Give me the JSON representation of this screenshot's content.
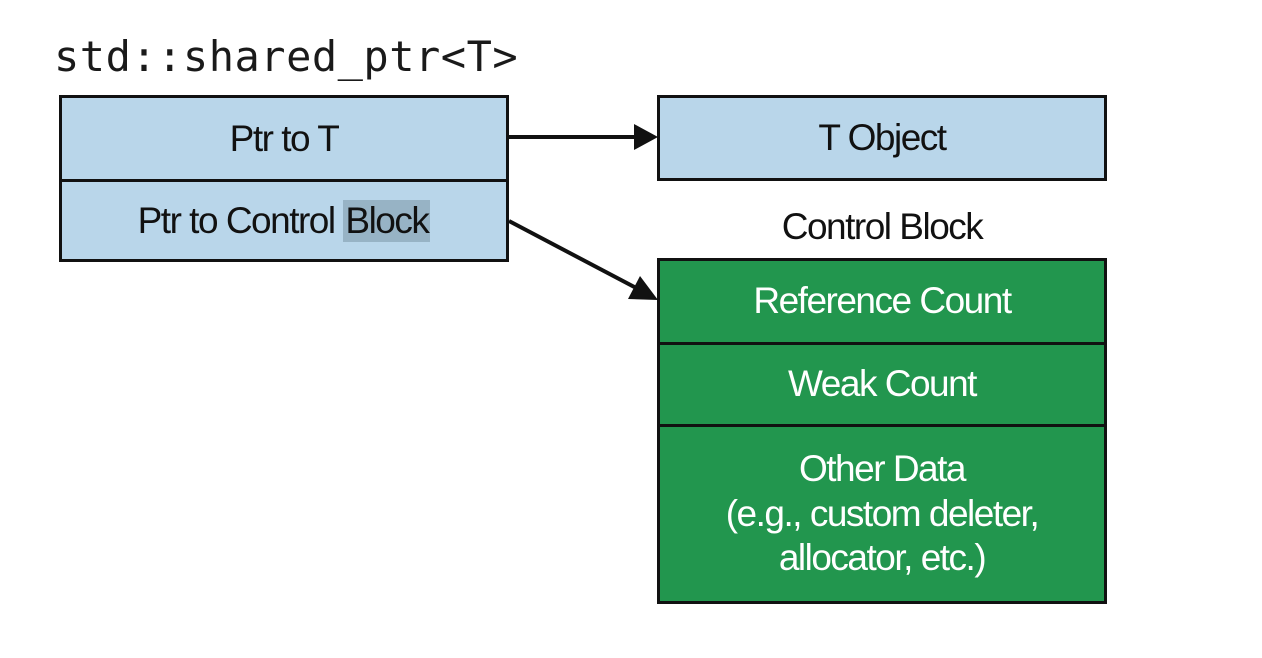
{
  "title": "std::shared_ptr<T>",
  "shared_ptr": {
    "ptr_to_t": "Ptr to T",
    "ptr_to_control_block_prefix": "Ptr to Control ",
    "ptr_to_control_block_highlight": "Block"
  },
  "t_object": {
    "label": "T Object"
  },
  "control_block": {
    "title": "Control Block",
    "reference_count": "Reference Count",
    "weak_count": "Weak Count",
    "other_data": {
      "line1": "Other Data",
      "line2": "(e.g., custom deleter,",
      "line3": "allocator, etc.)"
    }
  },
  "colors": {
    "pointer_fill": "#b9d6ea",
    "control_block_fill": "#22964e",
    "highlight": "#97b3c5",
    "outline": "#111111"
  }
}
